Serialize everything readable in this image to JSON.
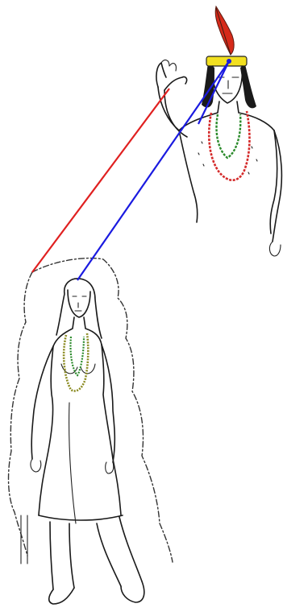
{
  "figures": [
    {
      "name": "man",
      "role": "standing man with raised hand, feather headdress and beaded necklaces"
    },
    {
      "name": "woman",
      "role": "standing woman surrounded by an outline aura, wearing a beaded necklace"
    }
  ],
  "connectors": [
    {
      "name": "red-line",
      "color": "#e02020",
      "from": "man-raised-hand",
      "to": "woman-aura-shoulder"
    },
    {
      "name": "blue-line",
      "color": "#1a1ae0",
      "from": "man-headband",
      "to": "woman-head"
    }
  ],
  "colors": {
    "headband": "#f2e020",
    "feather": "#d62a1a",
    "necklace_red": "#d42a2a",
    "necklace_green": "#2a8a2a",
    "necklace_olive": "#8a8a20",
    "ink": "#1a1a1a"
  }
}
